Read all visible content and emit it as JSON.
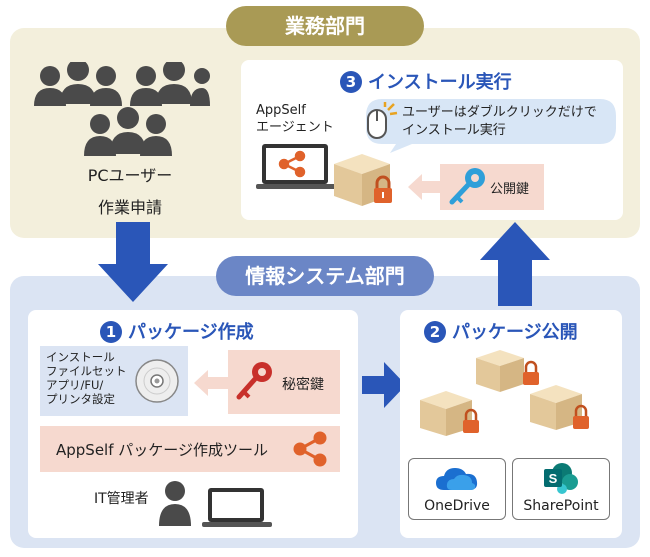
{
  "business": {
    "label": "業務部門",
    "pc_user": "PCユーザー",
    "work_request": "作業申請",
    "step3": {
      "num": "3",
      "title": "インストール実行"
    },
    "appself_agent": "AppSelf\nエージェント",
    "bubble": "ユーザーはダブルクリックだけで\nインストール実行",
    "public_key": "公開鍵"
  },
  "info_dept": {
    "label": "情報システム部門",
    "step1": {
      "num": "1",
      "title": "パッケージ作成"
    },
    "files": "インストール\nファイルセット\nアプリ/FU/\nプリンタ設定",
    "secret_key": "秘密鍵",
    "tool": "AppSelf パッケージ作成ツール",
    "it_admin": "IT管理者",
    "step2": {
      "num": "2",
      "title": "パッケージ公開"
    },
    "onedrive": "OneDrive",
    "sharepoint": "SharePoint"
  },
  "colors": {
    "gold": "#a99a55",
    "business_bg": "#f3efdc",
    "info_bg": "#dbe4f3",
    "info_label": "#6b86c6",
    "blue": "#2a56b8",
    "peach": "#f6d9cf",
    "orange": "#e0622b",
    "key_red": "#c8302b",
    "key_blue": "#2f9fd9"
  }
}
